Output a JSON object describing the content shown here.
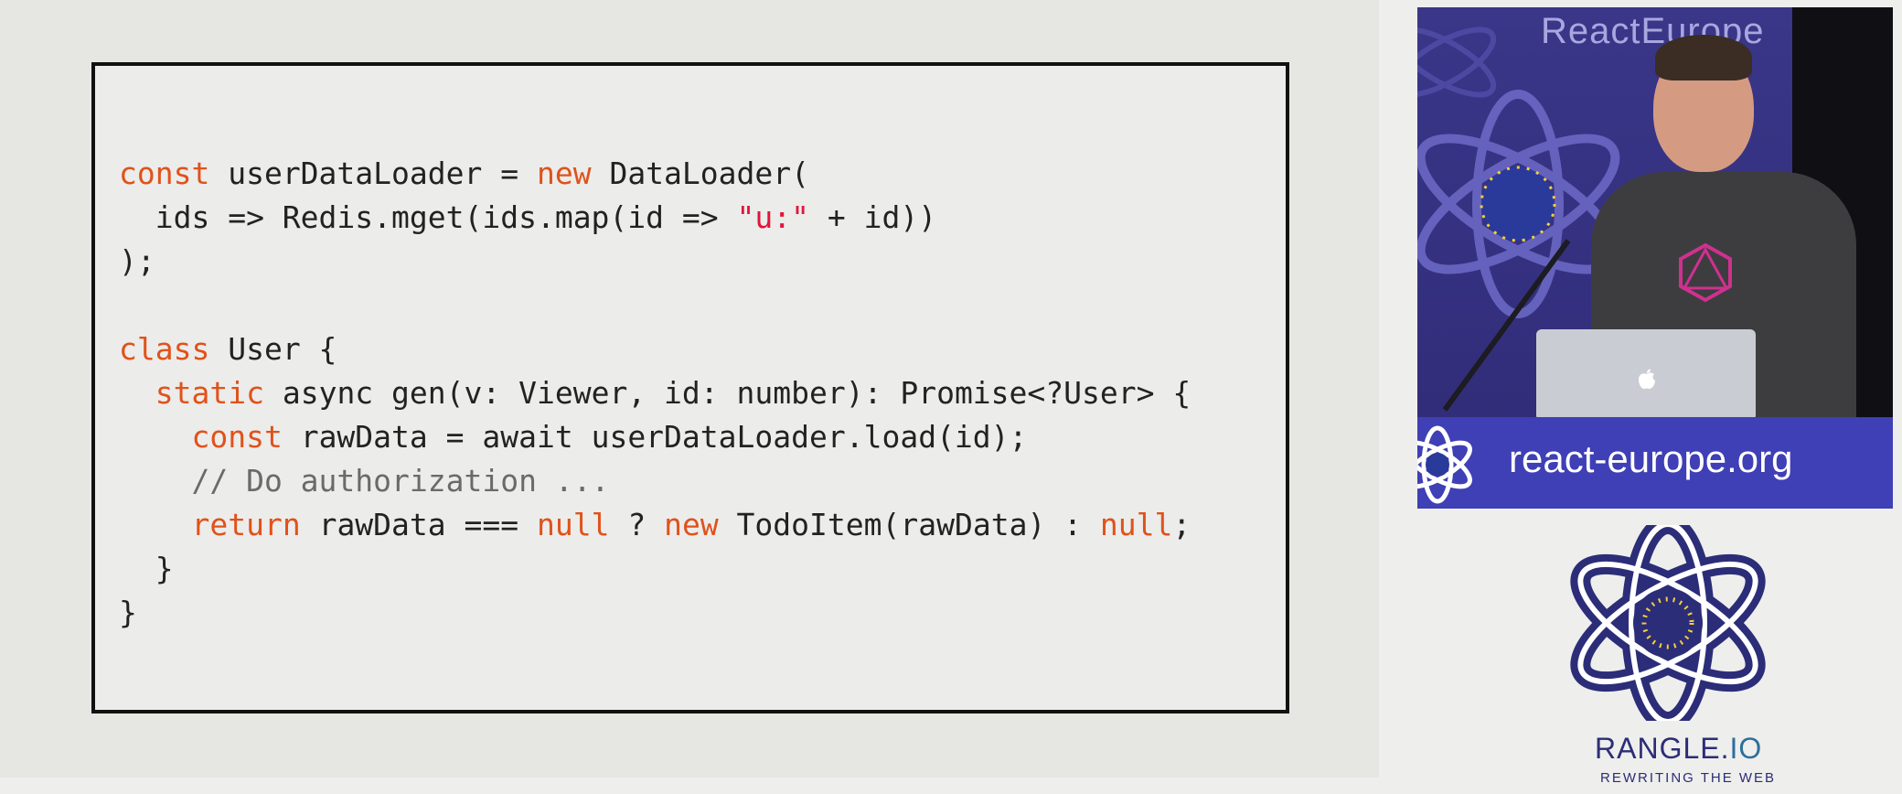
{
  "slide": {
    "code_lines": [
      [
        {
          "t": "const",
          "c": "kw"
        },
        {
          "t": " userDataLoader = ",
          "c": "tok"
        },
        {
          "t": "new",
          "c": "kw"
        },
        {
          "t": " DataLoader(",
          "c": "tok"
        }
      ],
      [
        {
          "t": "  ids => Redis.mget(ids.map(id => ",
          "c": "tok"
        },
        {
          "t": "\"u:\"",
          "c": "str"
        },
        {
          "t": " + id))",
          "c": "tok"
        }
      ],
      [
        {
          "t": ");",
          "c": "tok"
        }
      ],
      [
        {
          "t": "",
          "c": "tok"
        }
      ],
      [
        {
          "t": "class",
          "c": "kw"
        },
        {
          "t": " User {",
          "c": "tok"
        }
      ],
      [
        {
          "t": "  ",
          "c": "tok"
        },
        {
          "t": "static",
          "c": "kw"
        },
        {
          "t": " async gen(v: Viewer, id: number): Promise<?User> {",
          "c": "tok"
        }
      ],
      [
        {
          "t": "    ",
          "c": "tok"
        },
        {
          "t": "const",
          "c": "kw"
        },
        {
          "t": " rawData = await userDataLoader.load(id);",
          "c": "tok"
        }
      ],
      [
        {
          "t": "    // Do authorization ...",
          "c": "cm"
        }
      ],
      [
        {
          "t": "    ",
          "c": "tok"
        },
        {
          "t": "return",
          "c": "kw"
        },
        {
          "t": " rawData === ",
          "c": "tok"
        },
        {
          "t": "null",
          "c": "kw"
        },
        {
          "t": " ? ",
          "c": "tok"
        },
        {
          "t": "new",
          "c": "kw"
        },
        {
          "t": " TodoItem(rawData) : ",
          "c": "tok"
        },
        {
          "t": "null",
          "c": "kw"
        },
        {
          "t": ";",
          "c": "tok"
        }
      ],
      [
        {
          "t": "  }",
          "c": "tok"
        }
      ],
      [
        {
          "t": "}",
          "c": "tok"
        }
      ]
    ]
  },
  "video": {
    "backdrop_text": "ReactEurope",
    "podium_text": "react-europe.org"
  },
  "sponsor": {
    "name_main": "RANGLE.",
    "name_accent": "IO",
    "tagline": "REWRITING THE WEB"
  },
  "colors": {
    "keyword": "#e0521b",
    "string": "#e0153b",
    "comment": "#6a6a6a",
    "brand": "#2c2d78"
  }
}
